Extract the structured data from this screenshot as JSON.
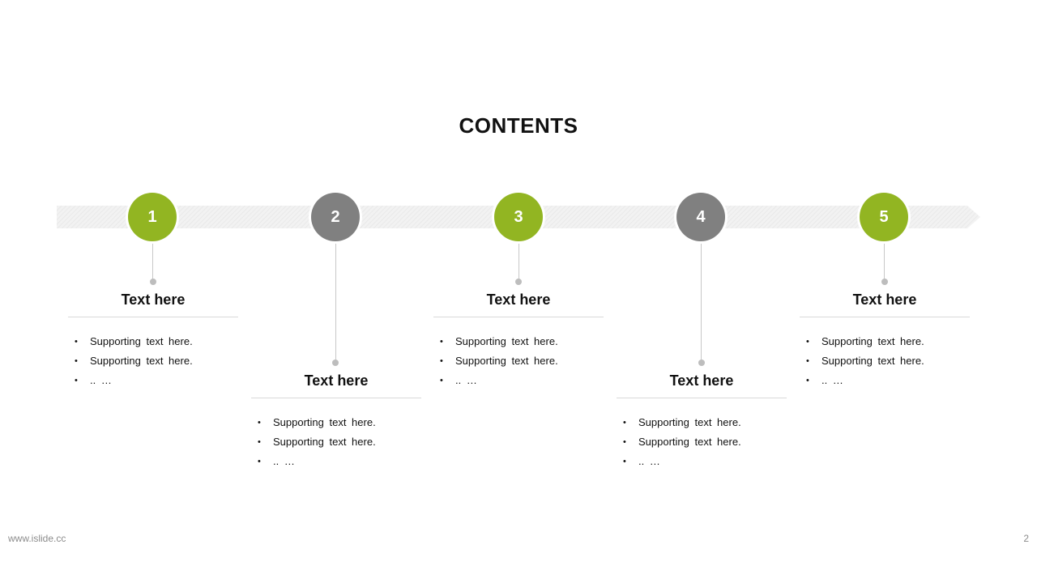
{
  "slide": {
    "title": "CONTENTS",
    "footer_url": "www.islide.cc",
    "page_number": "2"
  },
  "colors": {
    "green": "#92b522",
    "gray": "#808080",
    "band": "#efefef"
  },
  "steps": [
    {
      "number": "1",
      "title": "Text here",
      "bullets": [
        "Supporting text here.",
        "Supporting text here.",
        ".. …"
      ],
      "color": "green"
    },
    {
      "number": "2",
      "title": "Text here",
      "bullets": [
        "Supporting text here.",
        "Supporting text here.",
        ".. …"
      ],
      "color": "gray"
    },
    {
      "number": "3",
      "title": "Text here",
      "bullets": [
        "Supporting text here.",
        "Supporting text here.",
        ".. …"
      ],
      "color": "green"
    },
    {
      "number": "4",
      "title": "Text here",
      "bullets": [
        "Supporting text here.",
        "Supporting text here.",
        ".. …"
      ],
      "color": "gray"
    },
    {
      "number": "5",
      "title": "Text here",
      "bullets": [
        "Supporting text here.",
        "Supporting text here.",
        ".. …"
      ],
      "color": "green"
    }
  ]
}
